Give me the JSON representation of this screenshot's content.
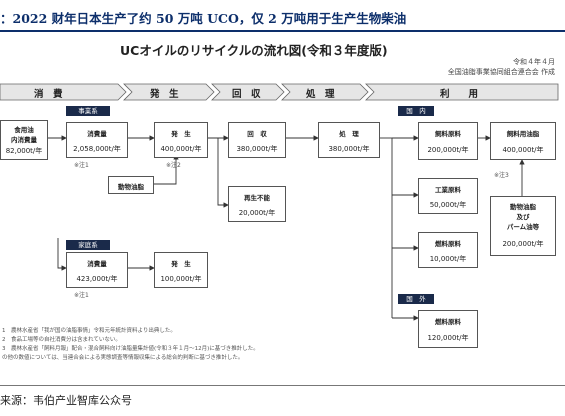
{
  "caption": "：2022 财年日本生产了约 50 万吨 UCO，仅 2 万吨用于生产生物柴油",
  "title": "UCオイルのリサイクルの流れ図(令和３年度版)",
  "date": "令和４年４月",
  "org": "全国油脂事業協同組合連合会 作成",
  "stages": {
    "s1": "消　費",
    "s2": "発　生",
    "s3": "回　収",
    "s4": "処　理",
    "s5": "利　　用"
  },
  "tags": {
    "business": "事業系",
    "household": "家庭系",
    "domestic": "国　内",
    "overseas": "国　外"
  },
  "nodes": {
    "food_label1": "食用油",
    "food_label2": "内消費量",
    "food_value": "82,000t/年",
    "cons1_label": "消費量",
    "cons1_value": "2,058,000t/年",
    "cons1_note": "※注1",
    "gen1_label": "発　生",
    "gen1_value": "400,000t/年",
    "gen1_note": "※注2",
    "animal_label": "動物油脂",
    "rec_label": "回　収",
    "rec_value": "380,000t/年",
    "unrec_label": "再生不能",
    "unrec_value": "20,000t/年",
    "proc_label": "処　理",
    "proc_value": "380,000t/年",
    "feed_d_label": "飼料原料",
    "feed_d_value": "200,000t/年",
    "ind_label": "工業原料",
    "ind_value": "50,000t/年",
    "fuel_label": "燃料原料",
    "fuel_value": "10,000t/年",
    "fuel_o_label": "燃料原料",
    "fuel_o_value": "120,000t/年",
    "feedfat_label": "飼料用油脂",
    "feedfat_value": "400,000t/年",
    "feedfat_note": "※注3",
    "animal2_l1": "動物油脂",
    "animal2_l2": "及び",
    "animal2_l3": "パーム油等",
    "animal2_value": "200,000t/年",
    "cons2_label": "消費量",
    "cons2_value": "423,000t/年",
    "cons2_note": "※注1",
    "gen2_label": "発　生",
    "gen2_value": "100,000t/年"
  },
  "footnotes": [
    "1　農林水産省「我が国の油脂事情」令和元年統計資料より出典した。",
    "2　食品工場等の自社消費分は含まれていない。",
    "3　農林水産省「飼料月報」配合・混合飼料向け油脂量集計値(令和３年１月〜12月)に基づき推計した。",
    "の他の数値については、当連合会による実態調査等情報収集による総合的判断に基づき推計した。"
  ],
  "source": "来源：韦伯产业智库公众号",
  "colors": {
    "caption": "#0d2f6b",
    "tag": "#1a2a4a",
    "band": "#e6e6e6"
  }
}
